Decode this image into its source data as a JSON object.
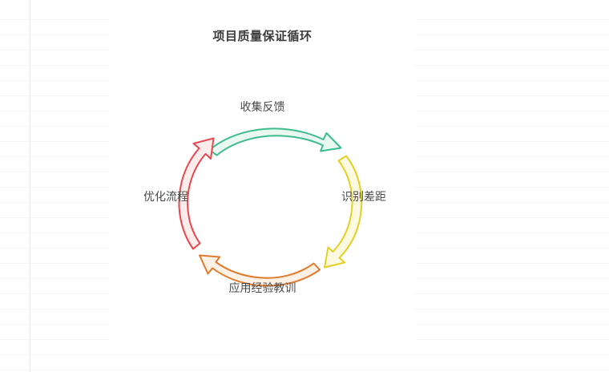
{
  "canvas": {
    "background": "ruled-paper",
    "rule_color": "#f4f5f7",
    "margin_line_color": "#fbeaec",
    "card_color": "#ffffff"
  },
  "header": {
    "title": "项目质量保证循环"
  },
  "chart_data": {
    "type": "diagram",
    "diagram_type": "cycle",
    "title": "项目质量保证循环",
    "direction": "clockwise",
    "style": "hand-drawn block arrows",
    "steps": [
      {
        "order": 1,
        "label": "收集反馈",
        "position": "top",
        "arrow_color": "#3cbc8d",
        "arrow_fill": "#e9f8f1",
        "arrow_name": "arc-arrow-top-green"
      },
      {
        "order": 2,
        "label": "识别差距",
        "position": "right",
        "arrow_color": "#e3d026",
        "arrow_fill": "#fcfae0",
        "arrow_name": "arc-arrow-right-yellow"
      },
      {
        "order": 3,
        "label": "应用经验教训",
        "position": "bottom",
        "arrow_color": "#e07b2e",
        "arrow_fill": "#fdf1e6",
        "arrow_name": "arc-arrow-bottom-orange"
      },
      {
        "order": 4,
        "label": "优化流程",
        "position": "left",
        "arrow_color": "#e8484d",
        "arrow_fill": "#fdecec",
        "arrow_name": "arc-arrow-left-red"
      }
    ]
  }
}
